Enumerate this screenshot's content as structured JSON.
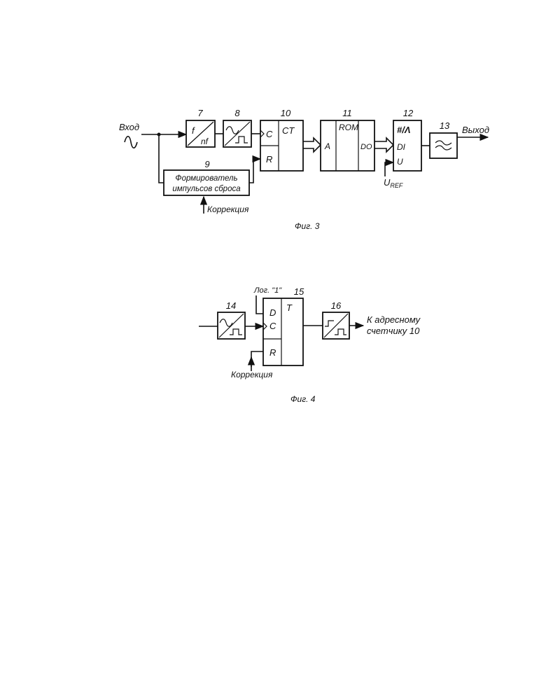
{
  "fig3": {
    "input_label": "Вход",
    "output_label": "Выход",
    "caption": "Фиг. 3",
    "correction_label": "Коррекция",
    "uref_main": "U",
    "uref_sub": "REF",
    "blocks": {
      "b7": {
        "num": "7",
        "top": "f",
        "bottom": "nf"
      },
      "b8": {
        "num": "8"
      },
      "b9": {
        "num": "9",
        "line1": "Формирователь",
        "line2": "импульсов сброса"
      },
      "b10": {
        "num": "10",
        "c": "C",
        "ct": "CT",
        "r": "R"
      },
      "b11": {
        "num": "11",
        "a": "A",
        "rom": "ROM",
        "do": "DO"
      },
      "b12": {
        "num": "12",
        "top": "#/Λ",
        "di": "DI",
        "u": "U"
      },
      "b13": {
        "num": "13"
      }
    }
  },
  "fig4": {
    "caption": "Фиг. 4",
    "log1_label": "Лог. \"1\"",
    "correction_label": "Коррекция",
    "output_line1": "К адресному",
    "output_line2": "счетчику 10",
    "blocks": {
      "b14": {
        "num": "14"
      },
      "b15": {
        "num": "15",
        "d": "D",
        "c": "C",
        "r": "R",
        "t": "T"
      },
      "b16": {
        "num": "16"
      }
    }
  }
}
